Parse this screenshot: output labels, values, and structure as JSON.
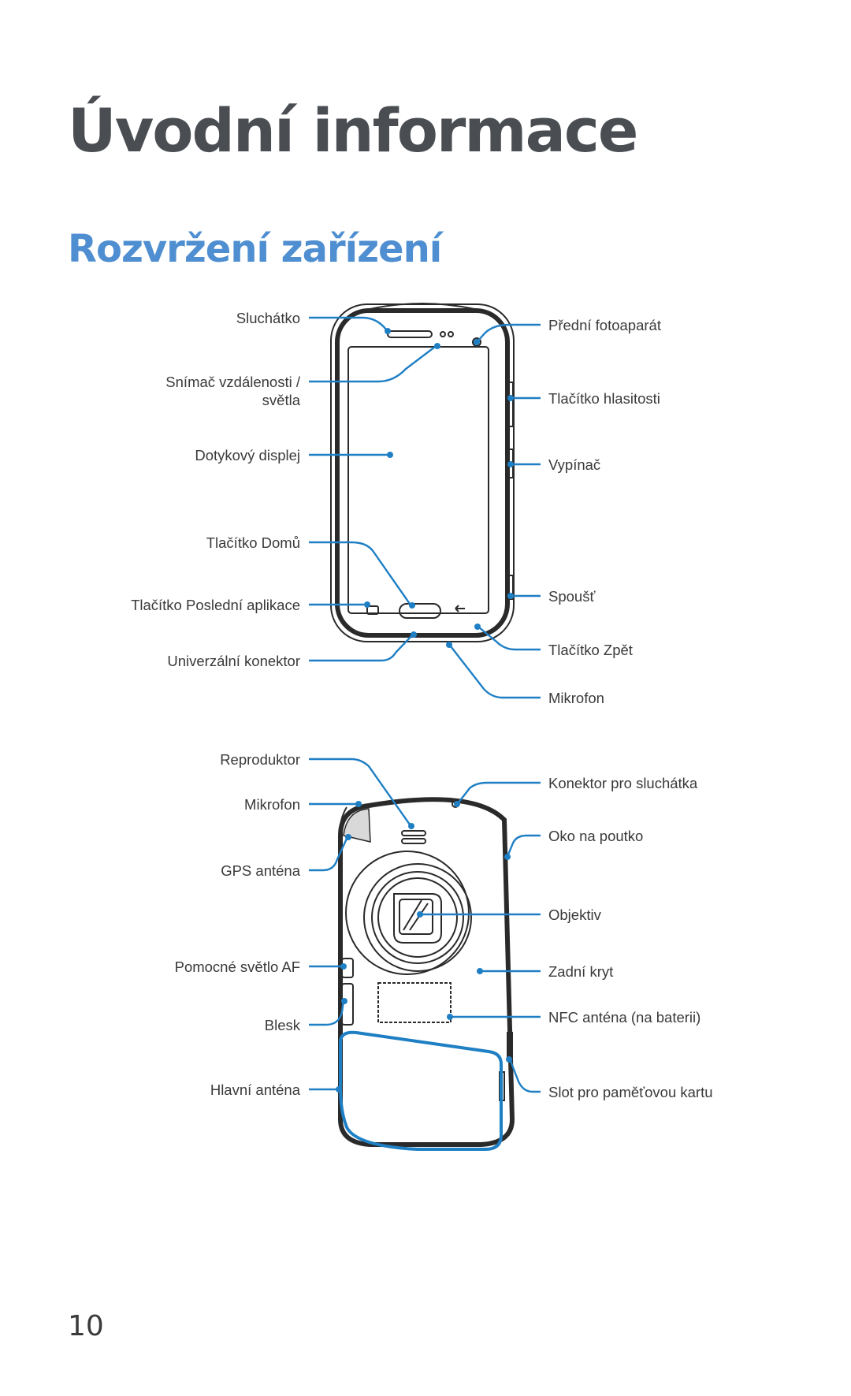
{
  "page": {
    "title": "Úvodní informace",
    "subtitle": "Rozvržení zařízení",
    "page_number": "10"
  },
  "front": {
    "left_labels": [
      "Sluchátko",
      "Snímač vzdálenosti /",
      "světla",
      "Dotykový displej",
      "Tlačítko Domů",
      "Tlačítko Poslední aplikace",
      "Univerzální konektor"
    ],
    "right_labels": [
      "Přední fotoaparát",
      "Tlačítko hlasitosti",
      "Vypínač",
      "Spoušť",
      "Tlačítko Zpět",
      "Mikrofon"
    ]
  },
  "back": {
    "left_labels": [
      "Reproduktor",
      "Mikrofon",
      "GPS anténa",
      "Pomocné světlo AF",
      "Blesk",
      "Hlavní anténa"
    ],
    "right_labels": [
      "Konektor pro sluchátka",
      "Oko na poutko",
      "Objektiv",
      "Zadní kryt",
      "NFC anténa (na baterii)",
      "Slot pro paměťovou kartu"
    ]
  },
  "colors": {
    "title": "#4a4d52",
    "subtitle": "#4f8fd1",
    "leader": "#1f7fc4",
    "device_outline": "#2a2a2a"
  }
}
